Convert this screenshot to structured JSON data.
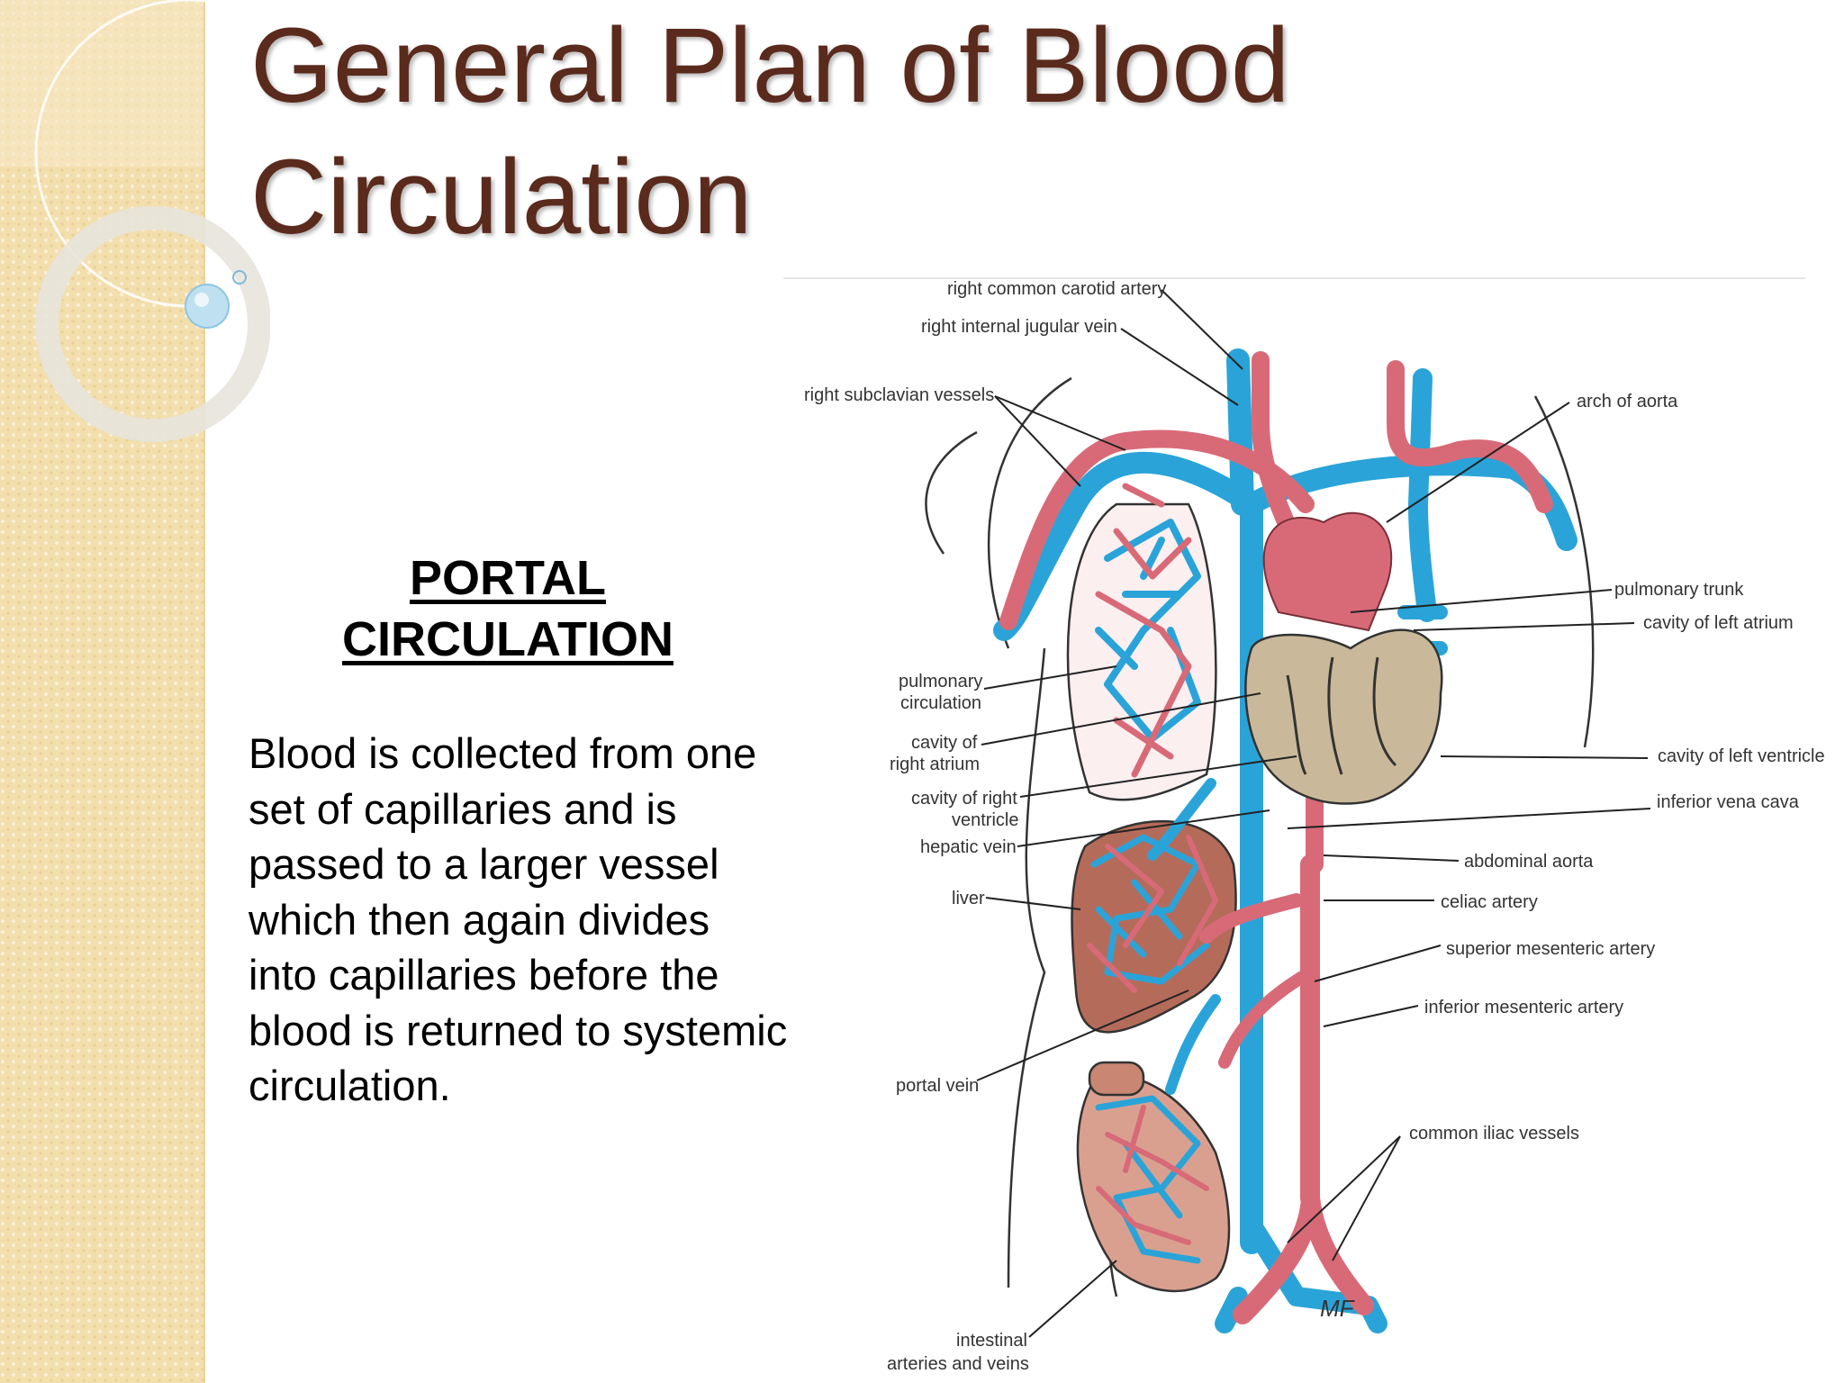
{
  "slide": {
    "title": "General Plan of Blood Circulation",
    "subtitle": "PORTAL CIRCULATION",
    "body": "Blood is collected from one set of capillaries and is passed to a larger vessel which then again divides into capillaries before the blood is returned to systemic circulation."
  },
  "diagram": {
    "labels": {
      "right_common_carotid_artery": "right common carotid artery",
      "right_internal_jugular_vein": "right internal jugular vein",
      "right_subclavian_vessels": "right subclavian vessels",
      "arch_of_aorta": "arch of aorta",
      "pulmonary_trunk": "pulmonary trunk",
      "cavity_of_left_atrium": "cavity of left atrium",
      "pulmonary_circulation_1": "pulmonary",
      "pulmonary_circulation_2": "circulation",
      "cavity_of_right_atrium_1": "cavity of",
      "cavity_of_right_atrium_2": "right atrium",
      "cavity_of_right_ventricle_1": "cavity of right",
      "cavity_of_right_ventricle_2": "ventricle",
      "hepatic_vein": "hepatic vein",
      "cavity_of_left_ventricle": "cavity of left ventricle",
      "inferior_vena_cava": "inferior vena cava",
      "abdominal_aorta": "abdominal aorta",
      "liver": "liver",
      "celiac_artery": "celiac artery",
      "superior_mesenteric_artery": "superior mesenteric artery",
      "inferior_mesenteric_artery": "inferior mesenteric artery",
      "portal_vein": "portal vein",
      "common_iliac_vessels": "common iliac vessels",
      "intestinal_1": "intestinal",
      "intestinal_2": "arteries and veins",
      "signature": "MF"
    },
    "colors": {
      "artery": "#d86a78",
      "vein": "#2aa4d8",
      "heart": "#c9b99a",
      "liver": "#b56b5a",
      "intestine": "#d9a090"
    }
  }
}
